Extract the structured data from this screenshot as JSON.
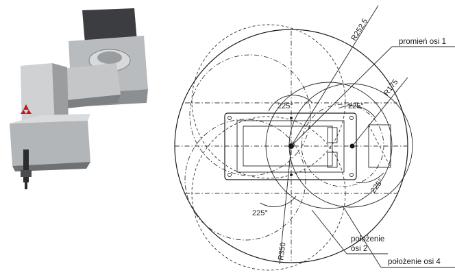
{
  "drawing": {
    "dimensions": {
      "r252": "R252,5",
      "r175": "R175",
      "r350": "R350",
      "a1": "225°",
      "a2": "225°",
      "a3": "225°",
      "a4": "225°"
    },
    "labels": {
      "radius_axis1": "promień osi 1",
      "pos_axis2_line1": "położenie",
      "pos_axis2_line2": "osi 2",
      "pos_axis4": "położenie osi 4"
    }
  },
  "photo": {
    "frame_color": "#c7c9cb",
    "shadow_color": "#6e7174",
    "dark_color": "#2a2c2e",
    "logo_color": "#c8141e"
  }
}
